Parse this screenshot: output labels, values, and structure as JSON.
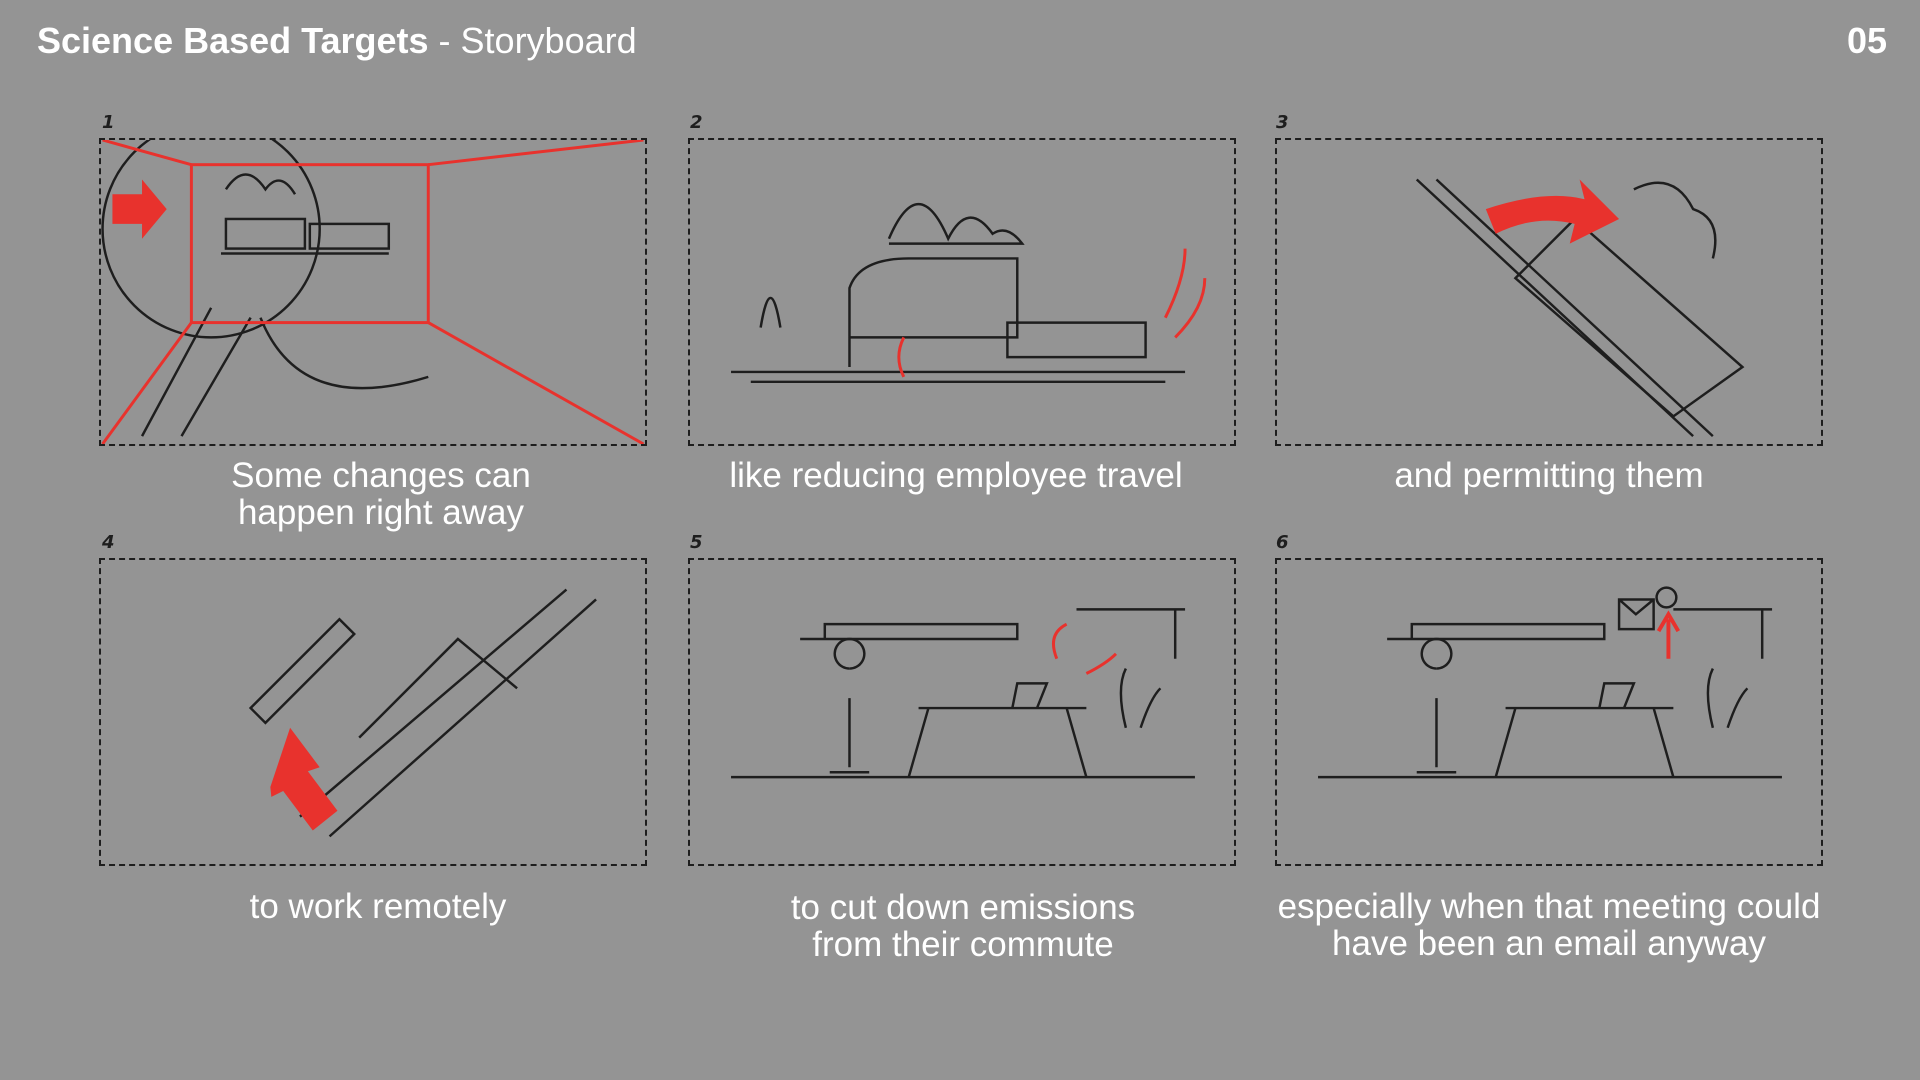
{
  "header": {
    "title_bold": "Science Based Targets",
    "title_rest": "- Storyboard",
    "page_number": "05"
  },
  "panels": [
    {
      "number": "1",
      "caption_lines": [
        "Some changes can",
        "happen right away"
      ]
    },
    {
      "number": "2",
      "caption_lines": [
        "like reducing employee travel"
      ]
    },
    {
      "number": "3",
      "caption_lines": [
        "and permitting them"
      ]
    },
    {
      "number": "4",
      "caption_lines": [
        "to work remotely"
      ]
    },
    {
      "number": "5",
      "caption_lines": [
        "to cut down emissions",
        "from their commute"
      ]
    },
    {
      "number": "6",
      "caption_lines": [
        "especially when that meeting could",
        "have been an email anyway"
      ]
    }
  ],
  "colors": {
    "background": "#949494",
    "sketch": "#1e1e1e",
    "accent": "#e8322d"
  }
}
